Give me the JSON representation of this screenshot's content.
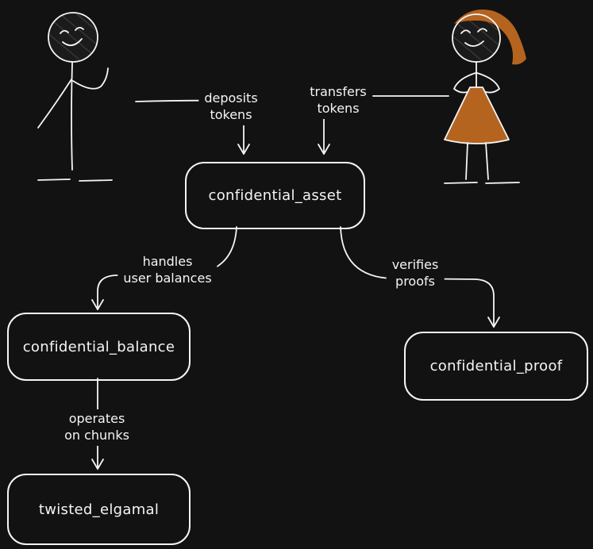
{
  "theme": {
    "background": "#121212",
    "stroke": "#f5f5f5",
    "accent": "#b5641f"
  },
  "actors": {
    "left_icon": "stick-man-figure",
    "right_icon": "stick-woman-figure"
  },
  "nodes": {
    "asset": {
      "label": "confidential_asset"
    },
    "balance": {
      "label": "confidential_balance"
    },
    "proof": {
      "label": "confidential_proof"
    },
    "elgamal": {
      "label": "twisted_elgamal"
    }
  },
  "edges": {
    "deposit": {
      "line1": "deposits",
      "line2": "tokens"
    },
    "transfer": {
      "line1": "transfers",
      "line2": "tokens"
    },
    "balances": {
      "line1": "handles",
      "line2": "user balances"
    },
    "proofs": {
      "line1": "verifies",
      "line2": "proofs"
    },
    "chunks": {
      "line1": "operates",
      "line2": "on chunks"
    }
  }
}
